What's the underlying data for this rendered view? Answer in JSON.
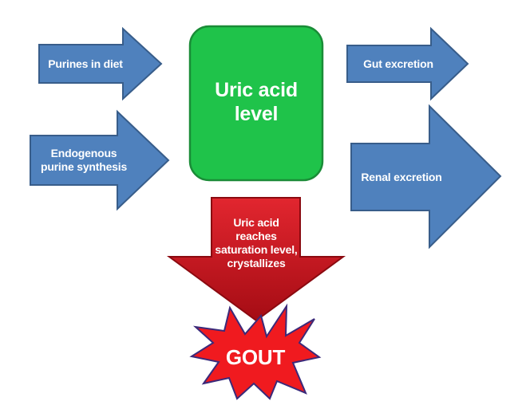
{
  "diagram": {
    "inputs": [
      {
        "label": "Purines in diet"
      },
      {
        "label": "Endogenous purine synthesis"
      }
    ],
    "center": {
      "label": "Uric acid level"
    },
    "outputs": [
      {
        "label": "Gut excretion"
      },
      {
        "label": "Renal excretion"
      }
    ],
    "downward": {
      "label": "Uric acid reaches saturation level, crystallizes"
    },
    "result": {
      "label": "GOUT"
    }
  },
  "colors": {
    "arrow_fill": "#4f81bd",
    "arrow_stroke": "#385d8a",
    "center_fill": "#1fc34a",
    "center_stroke": "#1a8c37",
    "down_fill_top": "#e0222e",
    "down_fill_bottom": "#a80d15",
    "down_stroke": "#8b0a10",
    "burst_fill": "#f01a1f",
    "burst_stroke": "#3b2a7a"
  }
}
